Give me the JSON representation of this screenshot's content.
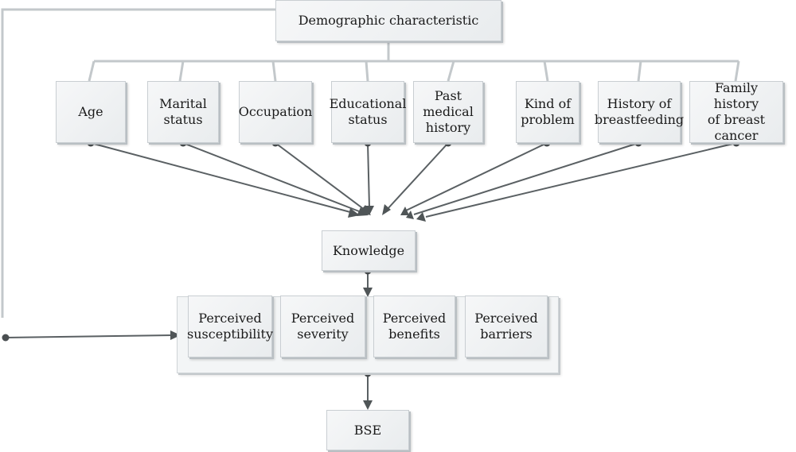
{
  "root": {
    "label": "Demographic characteristic"
  },
  "factors": [
    {
      "id": "age",
      "label": "Age"
    },
    {
      "id": "marital-status",
      "label": "Marital\nstatus"
    },
    {
      "id": "occupation",
      "label": "Occupation"
    },
    {
      "id": "educational-status",
      "label": "Educational\nstatus"
    },
    {
      "id": "past-medical-history",
      "label": "Past\nmedical\nhistory"
    },
    {
      "id": "kind-of-problem",
      "label": "Kind of\nproblem"
    },
    {
      "id": "history-of-breastfeeding",
      "label": "History of\nbreastfeeding"
    },
    {
      "id": "family-history",
      "label": "Family history\nof breast\ncancer"
    }
  ],
  "knowledge": {
    "label": "Knowledge"
  },
  "perceived": [
    {
      "id": "susceptibility",
      "label": "Perceived\nsusceptibility"
    },
    {
      "id": "severity",
      "label": "Perceived\nseverity"
    },
    {
      "id": "benefits",
      "label": "Perceived\nbenefits"
    },
    {
      "id": "barriers",
      "label": "Perceived\nbarriers"
    }
  ],
  "outcome": {
    "label": "BSE"
  },
  "colors": {
    "line": "#7d8487",
    "arrow": "#4f5557",
    "dot": "#4a4f51"
  }
}
